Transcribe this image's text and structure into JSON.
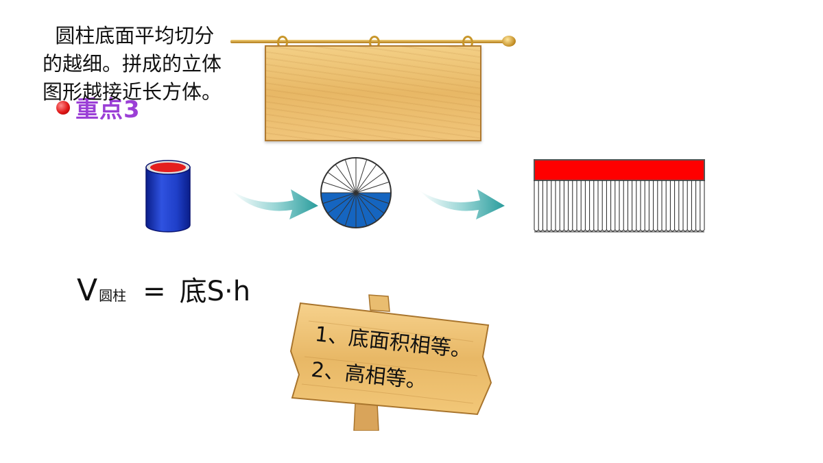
{
  "key_point": {
    "label": "重点3"
  },
  "hanging_sign": {
    "lines": [
      "  圆柱底面平均切分",
      "的越细。拼成的立体",
      "图形越接近长方体。"
    ]
  },
  "formula": {
    "variable": "V",
    "subscript": "圆柱",
    "equals": "=",
    "rhs": "底S·h"
  },
  "post_sign": {
    "lines": [
      "1、底面积相等。",
      "2、高相等。"
    ]
  },
  "colors": {
    "key_label": "#9b3fd6",
    "cylinder_body": "#1f3fc8",
    "cylinder_top": "#e41e1e",
    "circle_fill": "#1565c0",
    "arrow": "#3aa8a8",
    "rect_top": "#ff0000",
    "wood": "#e8b866"
  }
}
